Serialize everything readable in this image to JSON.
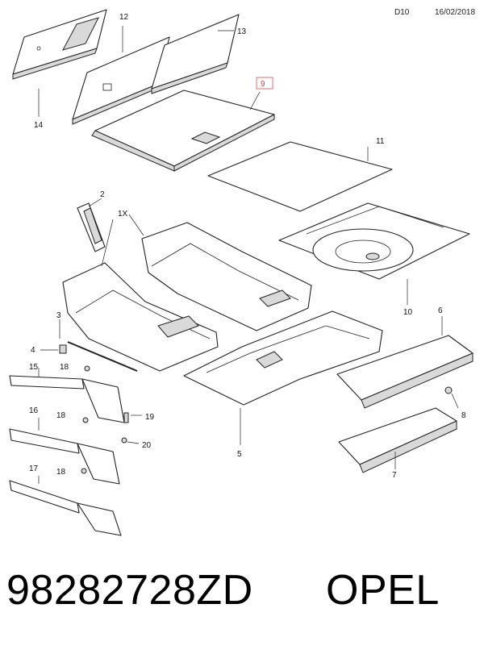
{
  "header": {
    "code": "D10",
    "date": "16/02/2018"
  },
  "footer": {
    "part_number": "98282728ZD",
    "brand": "OPEL"
  },
  "callouts": {
    "c1x": "1X",
    "c2": "2",
    "c3": "3",
    "c4": "4",
    "c5": "5",
    "c6": "6",
    "c7": "7",
    "c8": "8",
    "c9": "9",
    "c10": "10",
    "c11": "11",
    "c12": "12",
    "c13": "13",
    "c14": "14",
    "c15": "15",
    "c16": "16",
    "c17": "17",
    "c18a": "18",
    "c18b": "18",
    "c18c": "18",
    "c19": "19",
    "c20": "20"
  },
  "highlight_color": "#e07070"
}
